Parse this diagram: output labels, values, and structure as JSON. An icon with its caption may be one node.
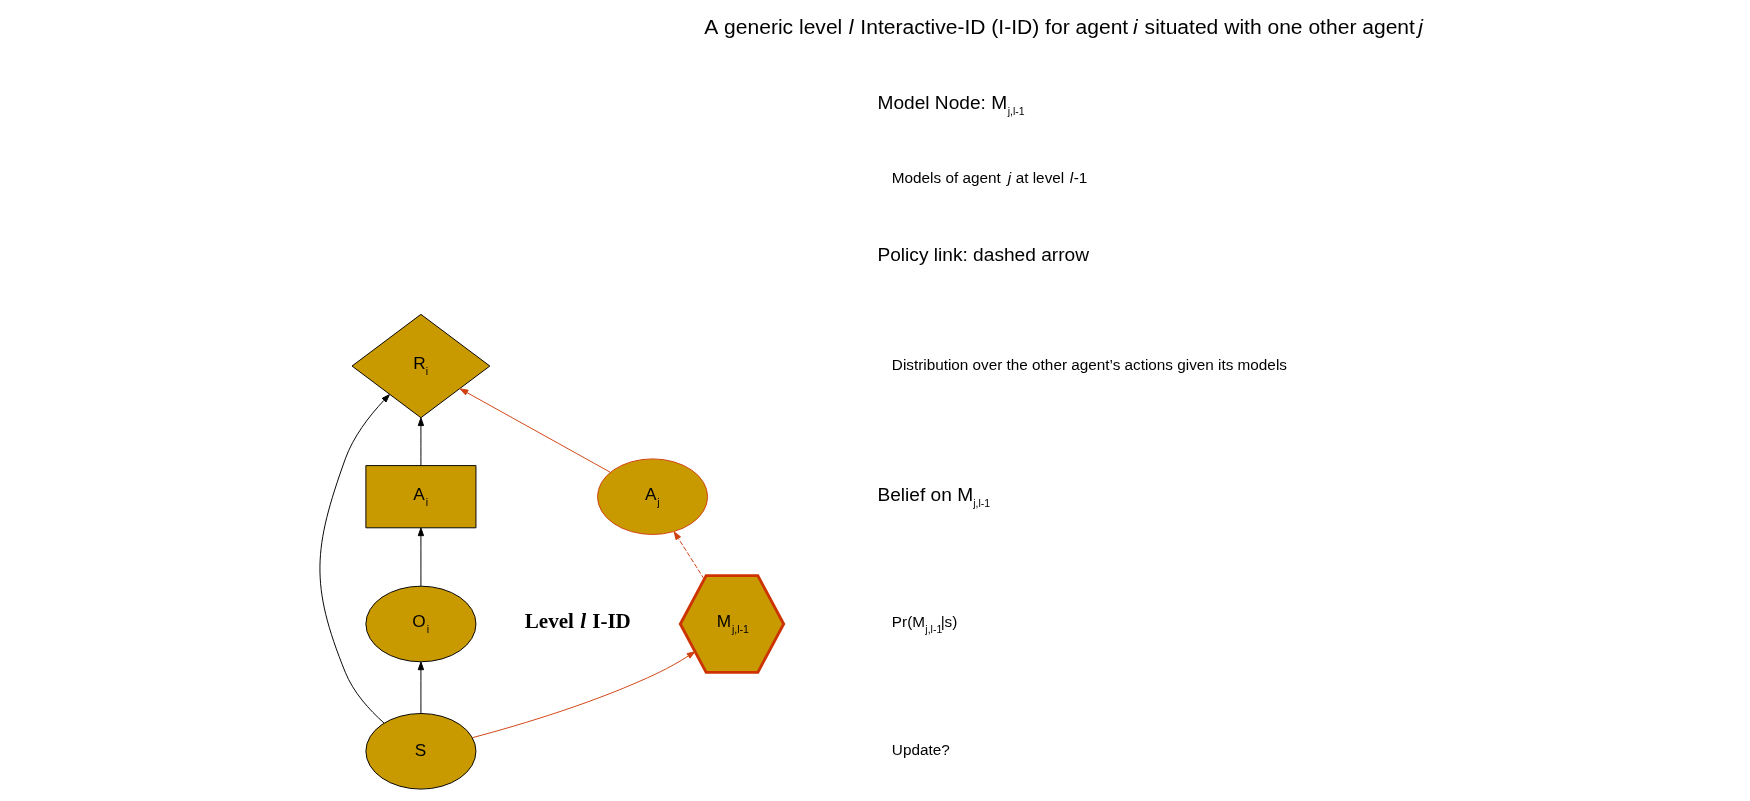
{
  "diagram": {
    "nodes": [
      {
        "text": [
          "A$_{i}$"
        ]
      },
      {
        "text": [
          "R$_{i}$"
        ]
      },
      {
        "text": [
          "S"
        ]
      },
      {
        "text": [
          "O$_{i}$"
        ]
      },
      {
        "text": [
          "A$_{j}$"
        ]
      },
      {
        "text": [
          "M$_{j,l-1}$"
        ]
      }
    ],
    "edges": [
      {
        "from": 0,
        "to": 1,
        "arrow": "to"
      },
      {
        "from": 2,
        "to": 1,
        "arrow": "to"
      },
      {
        "from": 3,
        "to": 0,
        "arrow": "to"
      },
      {
        "from": 2,
        "to": 3,
        "arrow": "to"
      },
      {
        "from": 4,
        "to": 1,
        "arrow": "to",
        "color": "#d04010"
      },
      {
        "from": 2,
        "to": 5,
        "arrow": "to",
        "color": "#d04010"
      },
      {
        "from": 5,
        "to": 4,
        "arrow": "to",
        "style": "dashed",
        "color": "#d04010"
      }
    ],
    "labels": [
      "Level *l* I-ID",
      "A generic level *l* Interactive-ID (I-ID) for agent *i* situated with one other agent *j*",
      "Model Node: M$_{j,l-1}$",
      "Models of agent *j* at level *l*-1",
      "Policy link: dashed arrow",
      "Distribution over the other agent’s actions given its models",
      "Belief on M$_{j,l-1}$",
      "Pr(M$_{j,l-1}$|s)",
      "Update?"
    ]
  }
}
